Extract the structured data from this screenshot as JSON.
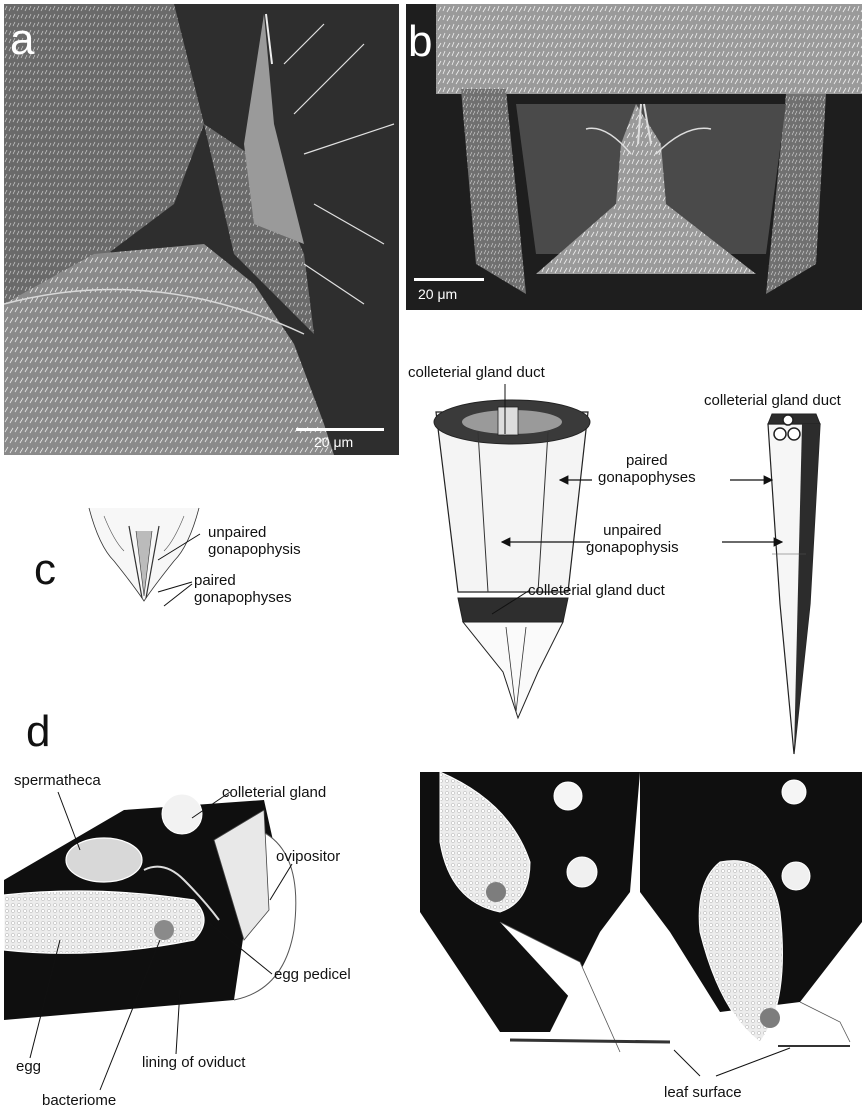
{
  "panels": {
    "a": {
      "letter": "a",
      "scale_text": "20 μm"
    },
    "b": {
      "letter": "b",
      "scale_text": "20 μm"
    },
    "c": {
      "letter": "c",
      "small_labels": {
        "unpaired": "unpaired\ngonapophysis",
        "paired": "paired\ngonapophyses"
      },
      "cross_section": {
        "colleterial_top": "colleterial gland duct",
        "colleterial_mid": "colleterial gland duct"
      },
      "side_view": {
        "colleterial": "colleterial gland duct",
        "paired": "paired\ngonapophyses",
        "unpaired": "unpaired\ngonapophysis"
      }
    },
    "d": {
      "letter": "d",
      "labels": {
        "spermatheca": "spermatheca",
        "colleterial_gland": "colleterial gland",
        "ovipositor": "ovipositor",
        "egg_pedicel": "egg pedicel",
        "egg": "egg",
        "lining": "lining of oviduct",
        "bacteriome": "bacteriome",
        "leaf_surface": "leaf surface"
      }
    }
  }
}
